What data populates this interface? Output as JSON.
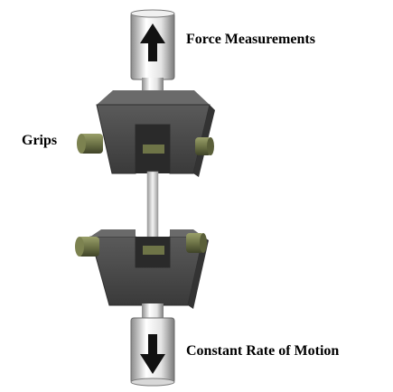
{
  "labels": {
    "top": "Force Measurements",
    "left": "Grips",
    "bottom": "Constant Rate of Motion"
  },
  "colors": {
    "background": "#ffffff",
    "grip": "#4a4a4a",
    "pin": "#6e7447",
    "rod": "#d8d8d8",
    "arrow": "#111111"
  },
  "icons": {
    "up": "arrow-up-icon",
    "down": "arrow-down-icon"
  }
}
